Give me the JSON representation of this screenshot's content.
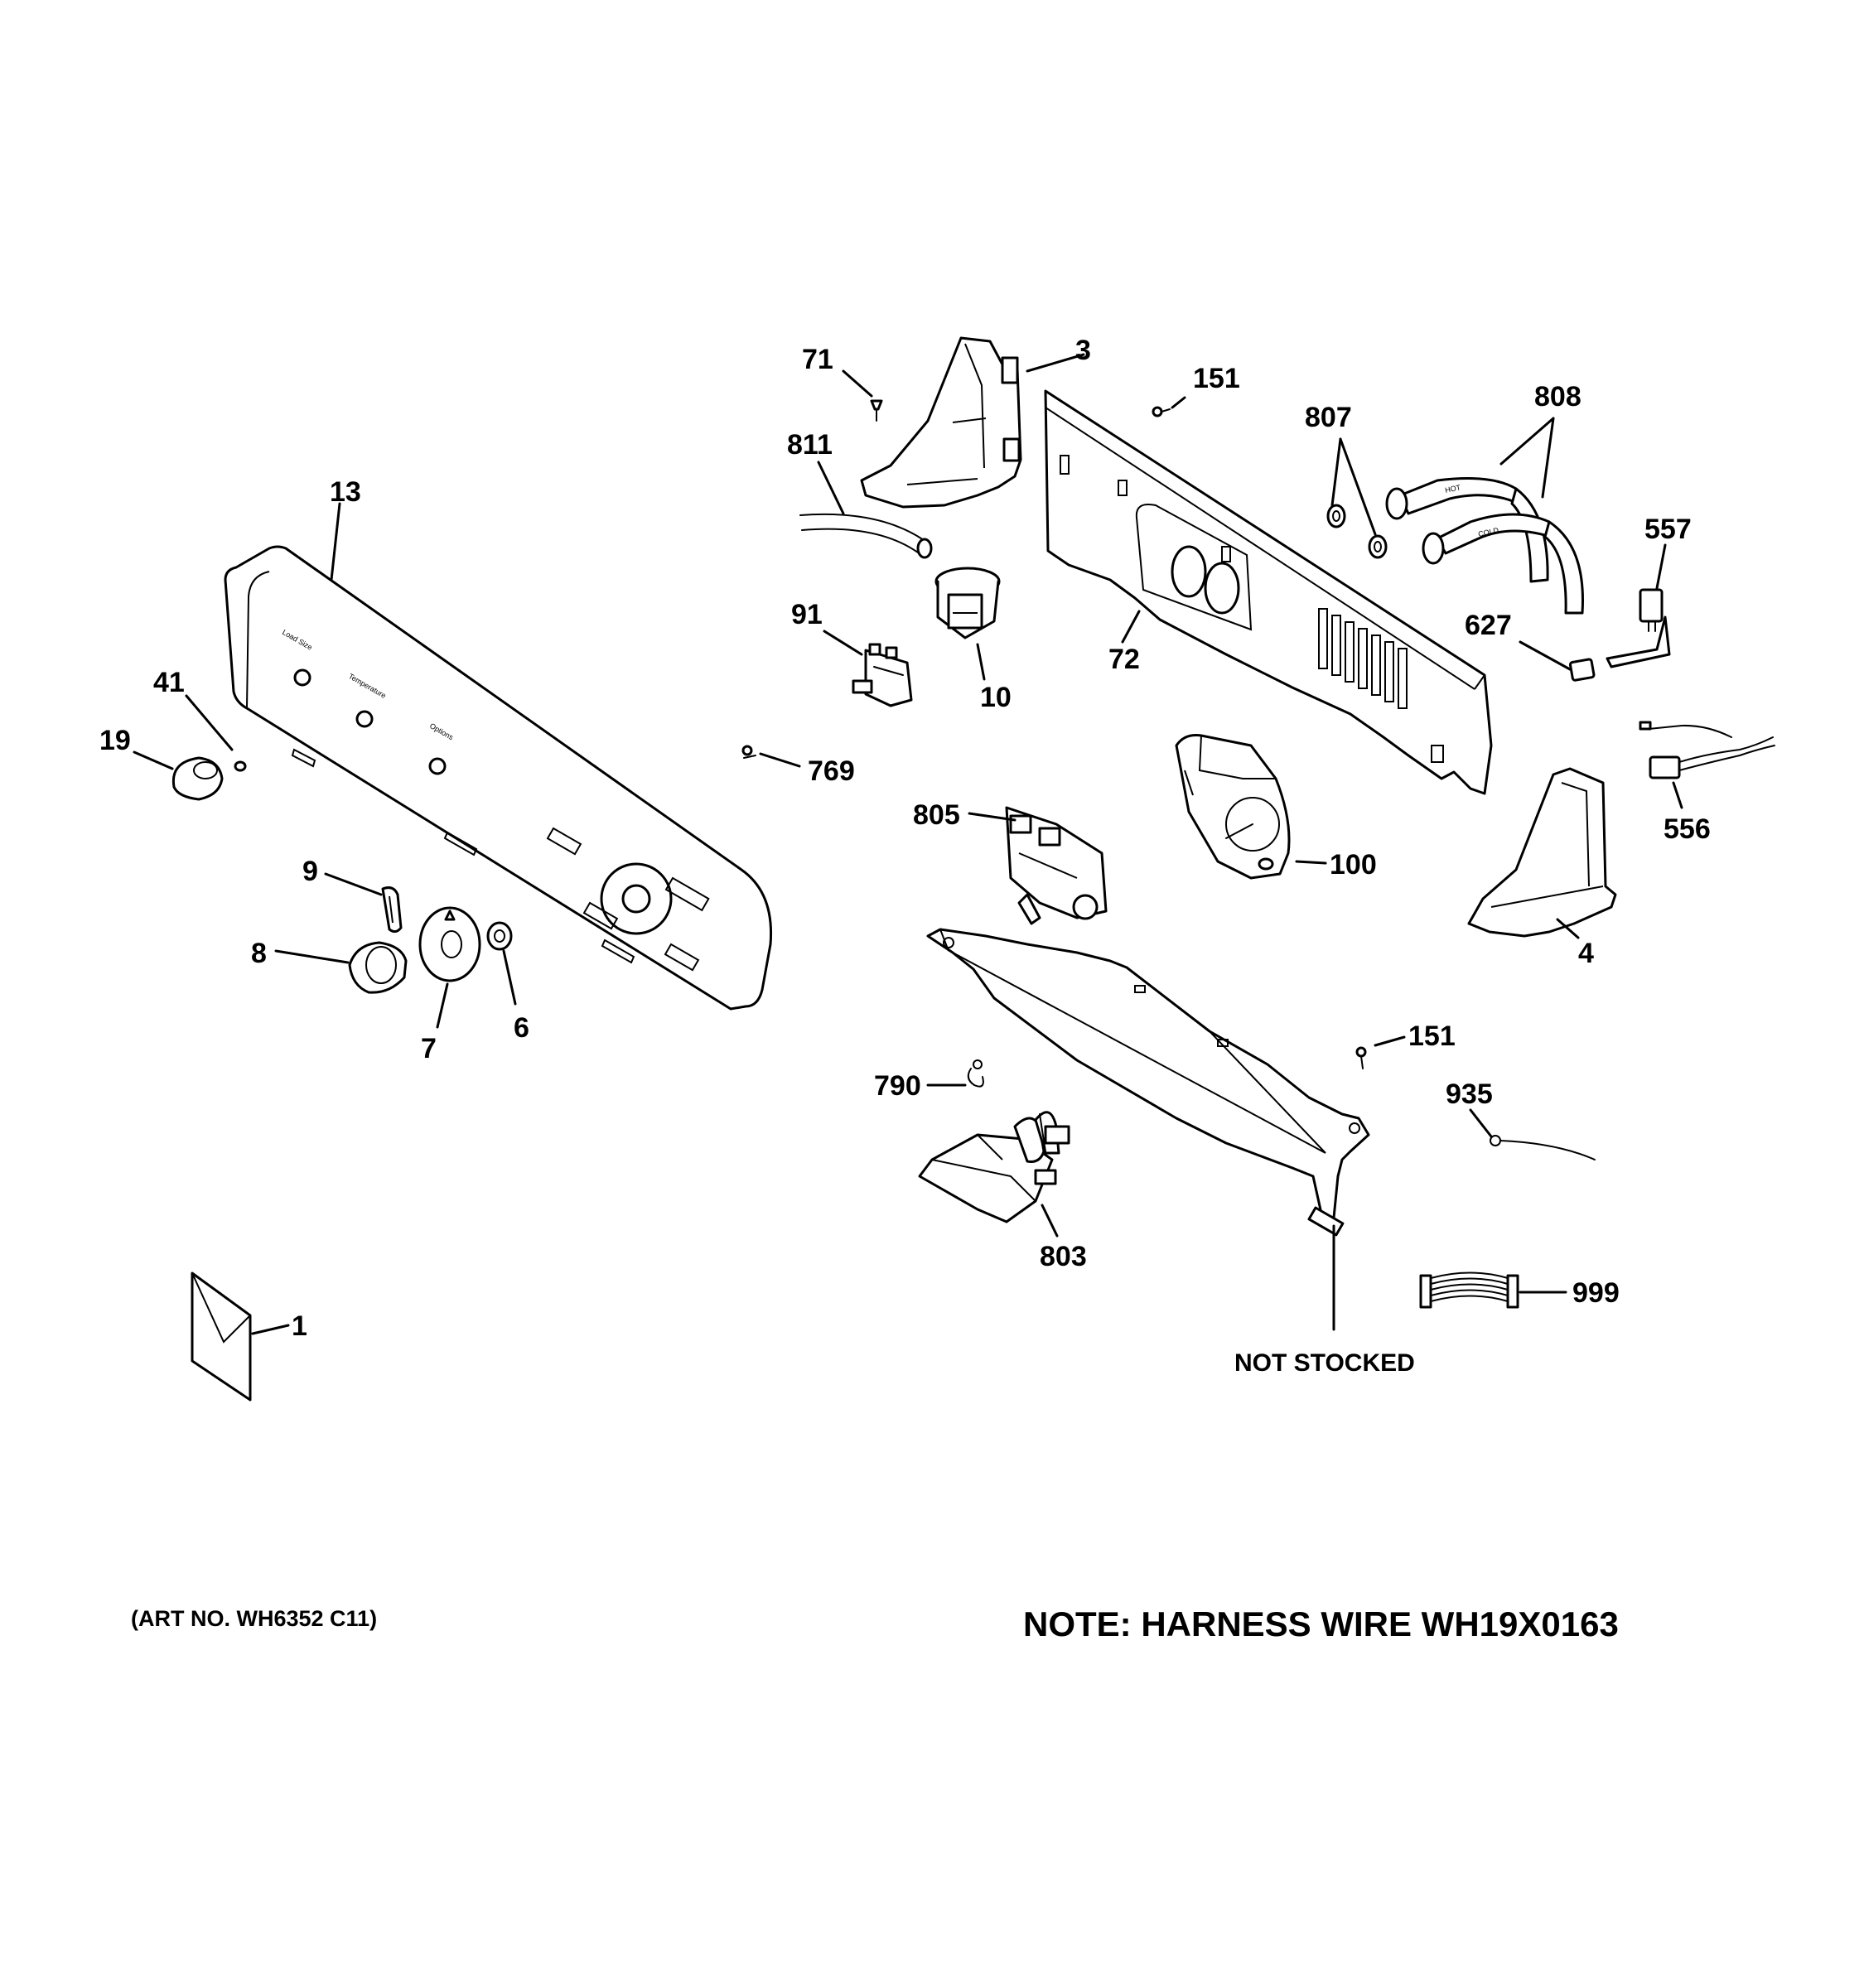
{
  "diagram": {
    "callouts": {
      "c1": "1",
      "c3": "3",
      "c4": "4",
      "c6": "6",
      "c7": "7",
      "c8": "8",
      "c9": "9",
      "c10": "10",
      "c13": "13",
      "c19": "19",
      "c41": "41",
      "c71": "71",
      "c72": "72",
      "c91": "91",
      "c100": "100",
      "c151a": "151",
      "c151b": "151",
      "c556": "556",
      "c557": "557",
      "c627": "627",
      "c769": "769",
      "c790": "790",
      "c803": "803",
      "c805": "805",
      "c807": "807",
      "c808": "808",
      "c811": "811",
      "c935": "935",
      "c999": "999"
    },
    "not_stocked": "NOT STOCKED",
    "panel_labels": {
      "load_size": "Load Size",
      "temperature": "Temperature",
      "options": "Options",
      "hose_hot": "HOT",
      "hose_cold": "COLD"
    },
    "art_number": "(ART NO. WH6352 C11)",
    "note": "NOTE: HARNESS WIRE WH19X0163"
  }
}
